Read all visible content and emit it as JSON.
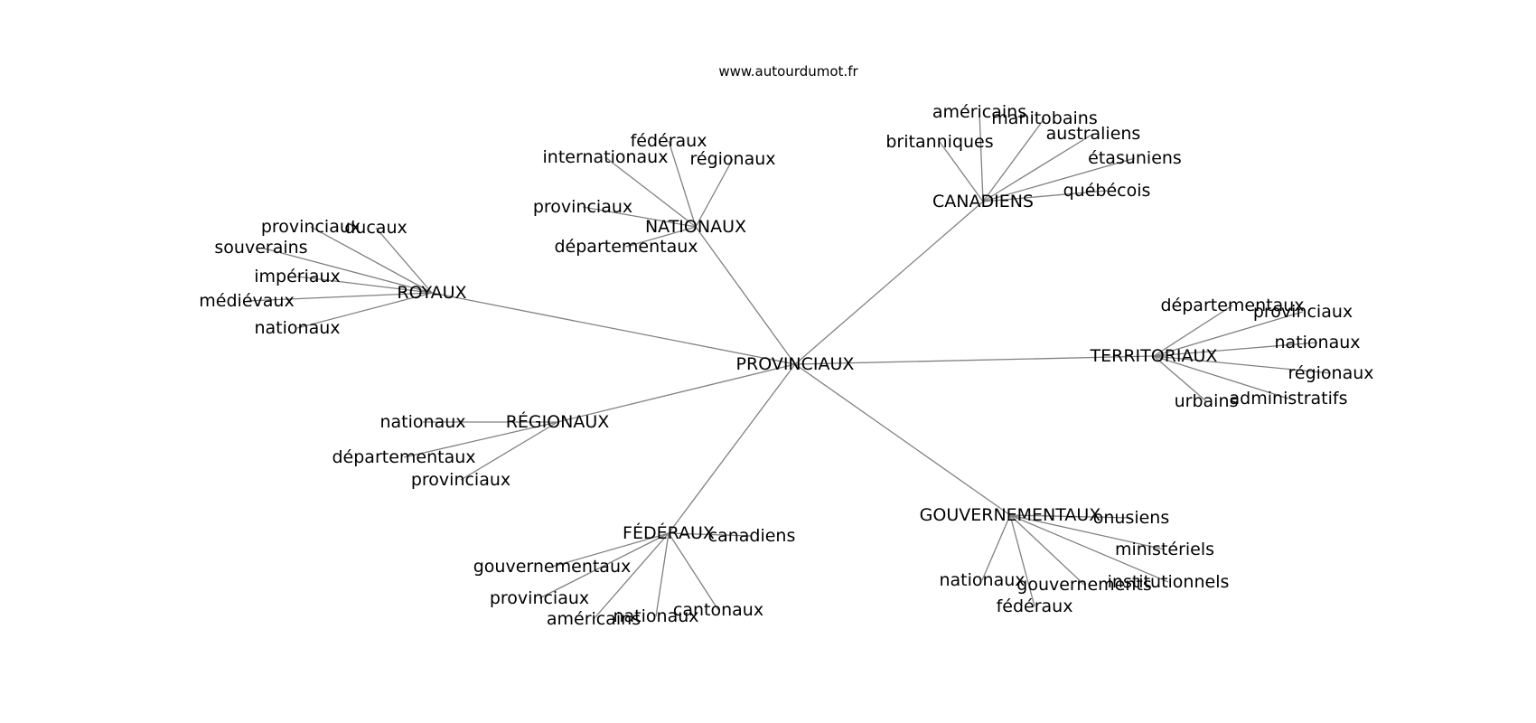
{
  "watermark": "www.autourdumot.fr",
  "graph": {
    "center": "PROVINCIAUX",
    "hubs": [
      {
        "id": "nationaux",
        "label": "NATIONAUX",
        "leaves": [
          "fédéraux",
          "internationaux",
          "régionaux",
          "provinciaux",
          "départementaux"
        ]
      },
      {
        "id": "canadiens",
        "label": "CANADIENS",
        "leaves": [
          "américains",
          "manitobains",
          "britanniques",
          "australiens",
          "étasuniens",
          "québécois"
        ]
      },
      {
        "id": "royaux",
        "label": "ROYAUX",
        "leaves": [
          "provinciaux",
          "ducaux",
          "souverains",
          "impériaux",
          "médiévaux",
          "nationaux"
        ]
      },
      {
        "id": "territoriaux",
        "label": "TERRITORIAUX",
        "leaves": [
          "départementaux",
          "provinciaux",
          "nationaux",
          "régionaux",
          "administratifs",
          "urbains"
        ]
      },
      {
        "id": "regionaux",
        "label": "RÉGIONAUX",
        "leaves": [
          "nationaux",
          "départementaux",
          "provinciaux"
        ]
      },
      {
        "id": "federaux",
        "label": "FÉDÉRAUX",
        "leaves": [
          "canadiens",
          "gouvernementaux",
          "provinciaux",
          "américains",
          "nationaux",
          "cantonaux"
        ]
      },
      {
        "id": "gouvernementaux",
        "label": "GOUVERNEMENTAUX",
        "leaves": [
          "onusiens",
          "ministériels",
          "institutionnels",
          "gouvernements",
          "nationaux",
          "fédéraux"
        ]
      }
    ]
  }
}
